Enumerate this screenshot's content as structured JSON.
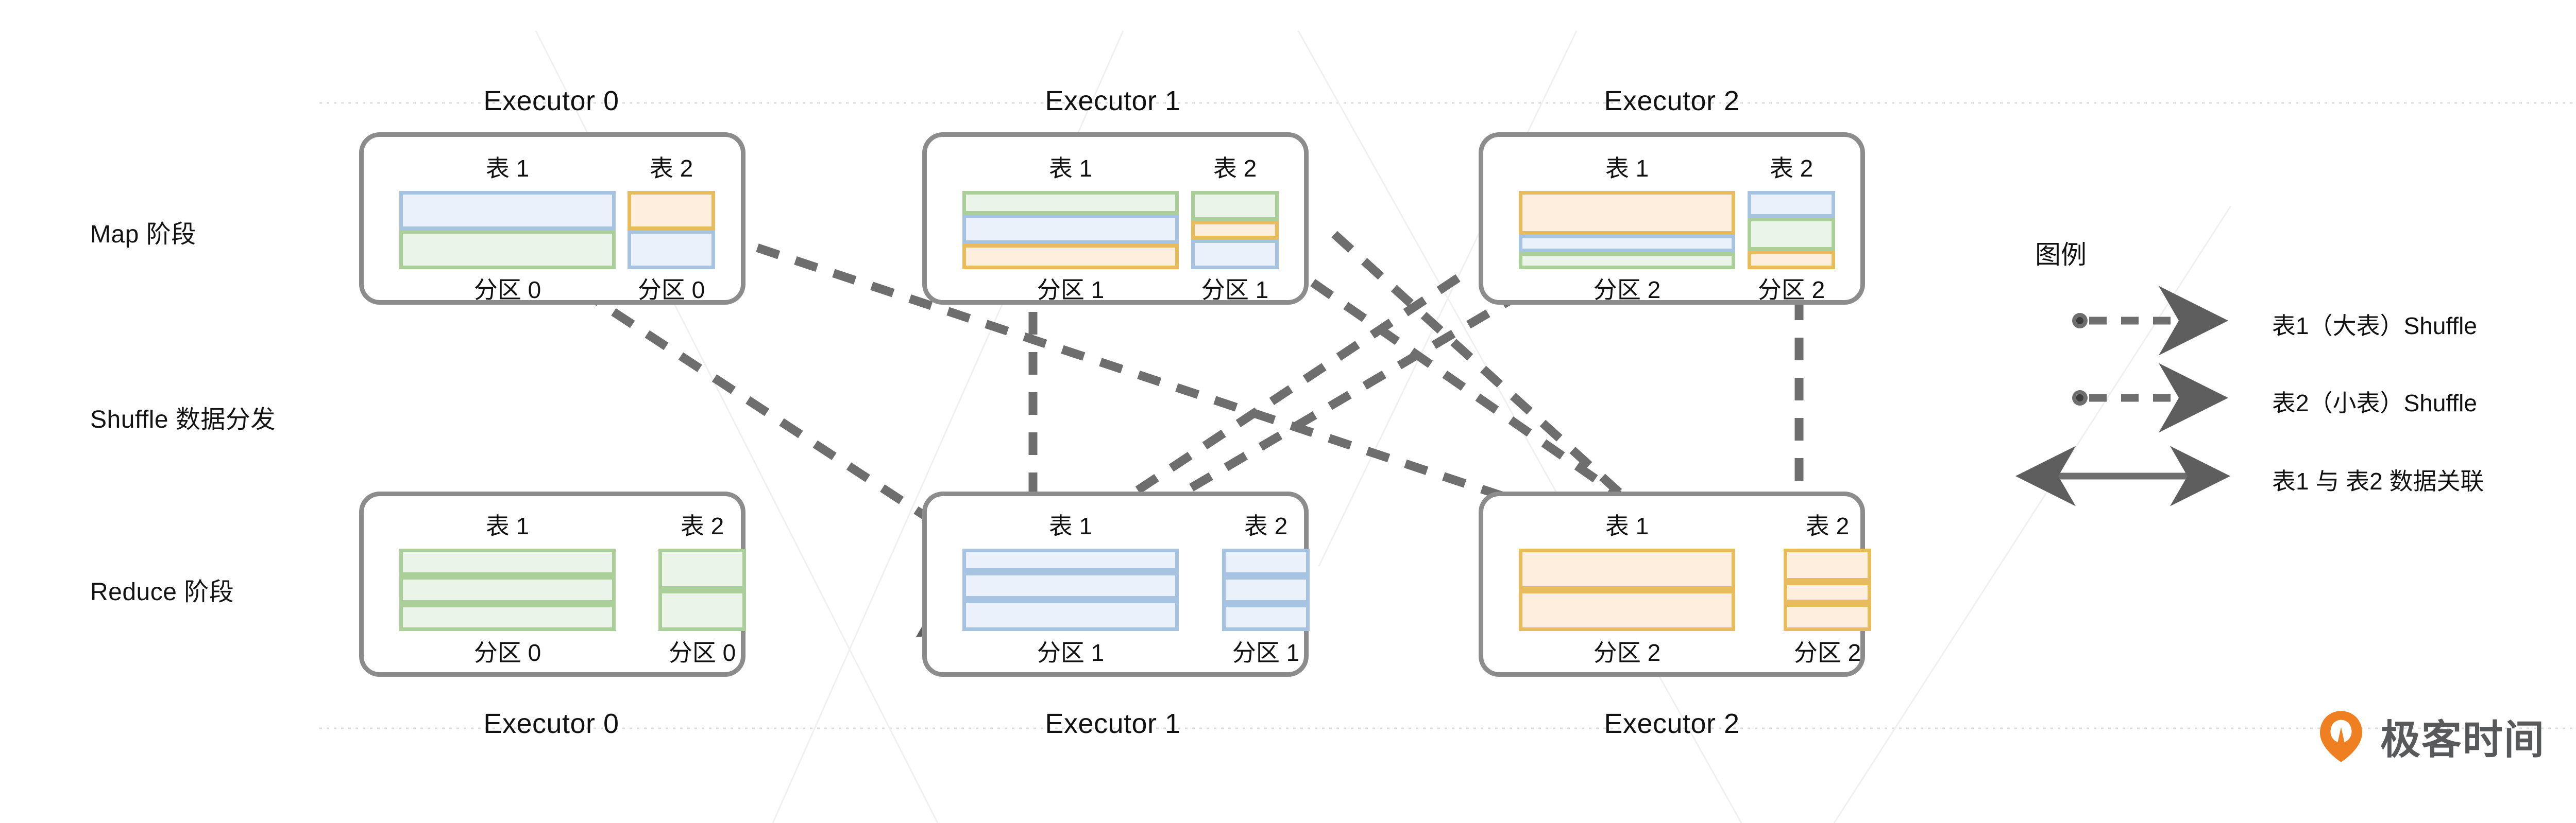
{
  "stages": [
    {
      "id": "map",
      "label": "Map 阶段"
    },
    {
      "id": "shuffle",
      "label": "Shuffle 数据分发"
    },
    {
      "id": "reduce",
      "label": "Reduce 阶段"
    }
  ],
  "table_titles": {
    "t1": "表 1",
    "t2": "表 2"
  },
  "map_executors": [
    {
      "name": "Executor 0",
      "t1": {
        "title": "表 1",
        "footer": "分区 0",
        "blocks": [
          "blue",
          "green"
        ]
      },
      "t2": {
        "title": "表 2",
        "footer": "分区 0",
        "blocks": [
          "orange",
          "blue"
        ]
      }
    },
    {
      "name": "Executor 1",
      "t1": {
        "title": "表 1",
        "footer": "分区 1",
        "blocks": [
          "green",
          "blue",
          "orange"
        ]
      },
      "t2": {
        "title": "表 2",
        "footer": "分区 1",
        "blocks": [
          "green",
          "orange",
          "blue"
        ]
      }
    },
    {
      "name": "Executor 2",
      "t1": {
        "title": "表 1",
        "footer": "分区 2",
        "blocks": [
          "orange",
          "blue",
          "green"
        ]
      },
      "t2": {
        "title": "表 2",
        "footer": "分区 2",
        "blocks": [
          "blue",
          "green",
          "orange"
        ]
      }
    }
  ],
  "reduce_executors": [
    {
      "name": "Executor 0",
      "t1": {
        "title": "表 1",
        "footer": "分区 0",
        "blocks": [
          "green",
          "green",
          "green"
        ]
      },
      "t2": {
        "title": "表 2",
        "footer": "分区 0",
        "blocks": [
          "green",
          "green"
        ]
      }
    },
    {
      "name": "Executor 1",
      "t1": {
        "title": "表 1",
        "footer": "分区 1",
        "blocks": [
          "blue",
          "blue",
          "blue"
        ]
      },
      "t2": {
        "title": "表 2",
        "footer": "分区 1",
        "blocks": [
          "blue",
          "blue",
          "blue"
        ]
      }
    },
    {
      "name": "Executor 2",
      "t1": {
        "title": "表 1",
        "footer": "分区 2",
        "blocks": [
          "orange",
          "orange"
        ]
      },
      "t2": {
        "title": "表 2",
        "footer": "分区 2",
        "blocks": [
          "orange",
          "orange",
          "orange"
        ]
      }
    }
  ],
  "legend": {
    "title": "图例",
    "items": [
      {
        "icon": "dashed-arrow-icon",
        "label": "表1（大表）Shuffle"
      },
      {
        "icon": "dashed-arrow-icon",
        "label": "表2（小表）Shuffle"
      },
      {
        "icon": "double-arrow-icon",
        "label": "表1 与 表2 数据关联"
      }
    ]
  },
  "brand": {
    "name": "极客时间",
    "accent": "#ef8022"
  },
  "colors": {
    "blue_fill": "#eaf1fa",
    "blue_stroke": "#a6c3e2",
    "green_fill": "#ebf4e8",
    "green_stroke": "#aacf99",
    "orange_fill": "#fdeedd",
    "orange_stroke": "#e8bc5c",
    "box_stroke": "#8c8c8c",
    "arrow": "#6e6e6e"
  }
}
